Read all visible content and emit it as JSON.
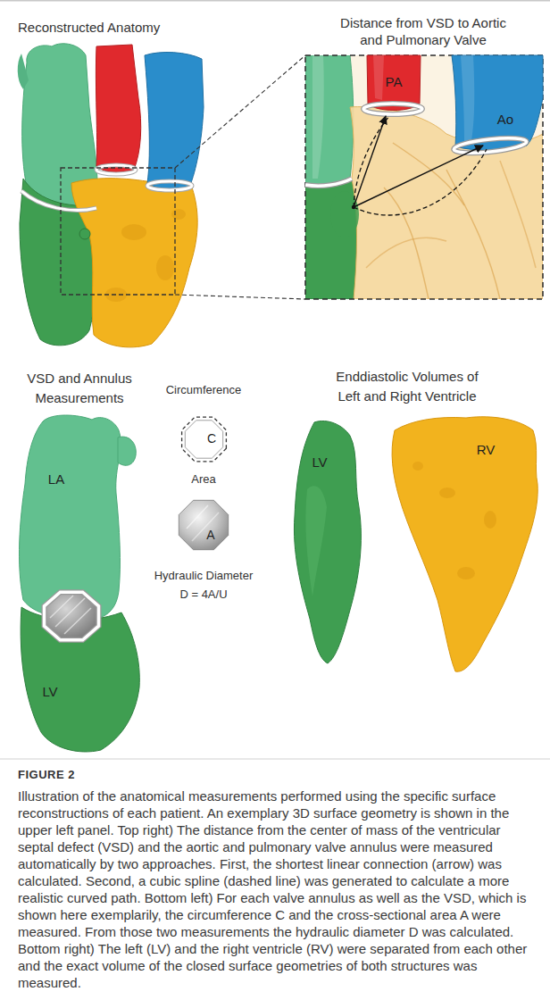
{
  "diagram": {
    "caption": "Illustration of the anatomical measurements performed using the specific surface reconstructions of each patient. An exemplary 3D surface geometry is shown in the upper left panel. Top right) The distance from the center of mass of the ventricular septal defect (VSD) and the aortic and pulmonary valve annulus were measured automatically by two approaches. First, the shortest linear connection (arrow) was calculated. Second, a cubic spline (dashed line) was generated to calculate a more realistic curved path. Bottom left) For each valve annulus as well as the VSD, which is shown here exemplarily, the circumference C and the cross-sectional area A were measured. From those two measurements the hydraulic diameter D was calculated. Bottom right) The left (LV) and the right ventricle (RV) were separated from each other and the exact volume of the closed surface geometries of both structures was measured.",
    "nodes": [
      {
        "text": [
          "Distance from VSD to Aortic and Pulmonary Valve"
        ]
      },
      {
        "text": [
          "PA"
        ],
        "in": 0
      },
      {
        "text": [
          "Ao"
        ],
        "in": 0
      },
      {
        "text": [
          "LA"
        ]
      },
      {
        "text": [
          "LV"
        ]
      },
      {
        "text": [
          "Circumference",
          "C"
        ]
      },
      {
        "text": [
          "Area",
          "A"
        ]
      },
      {
        "text": [
          "LV"
        ]
      },
      {
        "text": [
          "RV"
        ]
      }
    ],
    "labels": [
      "Reconstructed Anatomy",
      "VSD and Annulus Measurements",
      "Hydraulic Diameter",
      "D = 4A/U",
      "Enddiastolic Volumes of Left and Right Ventricle",
      "FIGURE 2"
    ]
  }
}
